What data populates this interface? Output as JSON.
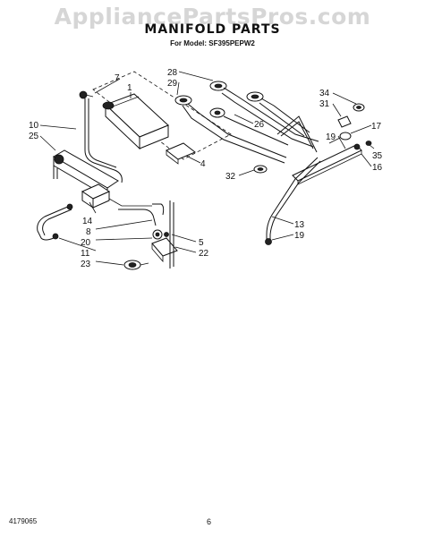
{
  "watermark": "AppliancePartsPros.com",
  "header": {
    "title": "MANIFOLD PARTS",
    "subtitle": "For Model: SF395PEPW2"
  },
  "footer": {
    "doc_number": "4179065",
    "page_number": "6"
  },
  "part_labels": {
    "p1": "1",
    "p4": "4",
    "p5": "5",
    "p7": "7",
    "p8": "8",
    "p10": "10",
    "p11": "11",
    "p13": "13",
    "p14": "14",
    "p16": "16",
    "p17": "17",
    "p19a": "19",
    "p19b": "19",
    "p20": "20",
    "p22": "22",
    "p23": "23",
    "p25": "25",
    "p26": "26",
    "p28": "28",
    "p29": "29",
    "p31": "31",
    "p32": "32",
    "p34": "34",
    "p35": "35"
  }
}
